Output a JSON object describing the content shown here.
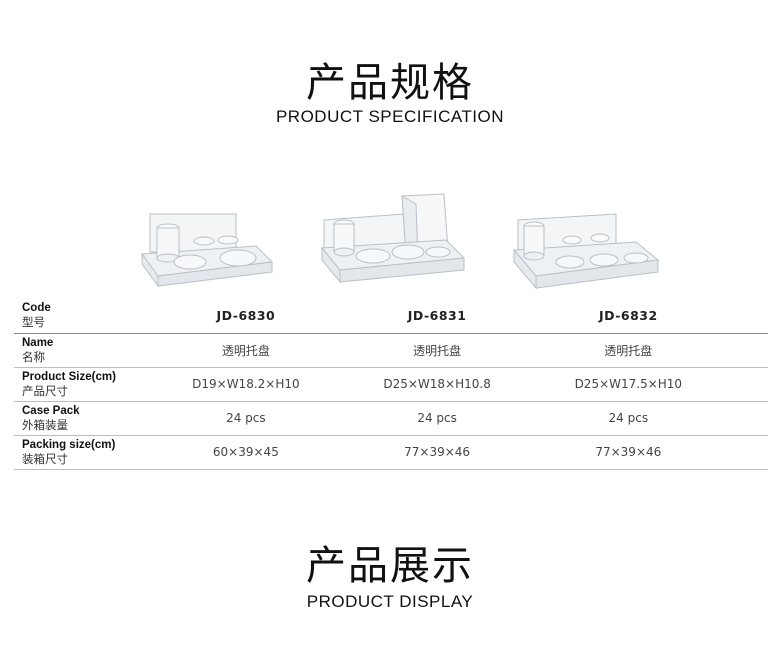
{
  "spec_heading": {
    "cn": "产品规格",
    "en": "PRODUCT SPECIFICATION"
  },
  "display_heading": {
    "cn": "产品展示",
    "en": "PRODUCT DISPLAY"
  },
  "table": {
    "rows": [
      {
        "label_en": "Code",
        "label_cn": "型号",
        "values": [
          "JD-6830",
          "JD-6831",
          "JD-6832"
        ]
      },
      {
        "label_en": "Name",
        "label_cn": "名称",
        "values": [
          "透明托盘",
          "透明托盘",
          "透明托盘"
        ]
      },
      {
        "label_en": "Product Size(cm)",
        "label_cn": "产品尺寸",
        "values": [
          "D19×W18.2×H10",
          "D25×W18×H10.8",
          "D25×W17.5×H10"
        ]
      },
      {
        "label_en": "Case Pack",
        "label_cn": "外箱装量",
        "values": [
          "24 pcs",
          "24 pcs",
          "24 pcs"
        ]
      },
      {
        "label_en": "Packing size(cm)",
        "label_cn": "装箱尺寸",
        "values": [
          "60×39×45",
          "77×39×46",
          "77×39×46"
        ]
      }
    ]
  }
}
